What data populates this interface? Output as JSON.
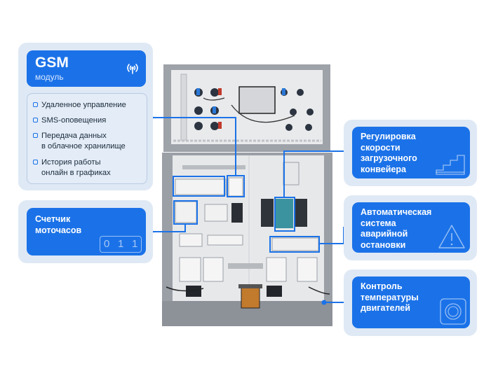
{
  "gsm": {
    "title": "GSM",
    "subtitle": "модуль",
    "items": [
      "Удаленное управление",
      "SMS-оповещения",
      "Передача данных\nв облачное хранилище",
      "История работы\nонлайн в графиках"
    ]
  },
  "counter": {
    "label": "Счетчик\nмоточасов",
    "digits": [
      "0",
      "1",
      "1"
    ]
  },
  "conveyor": {
    "label": "Регулировка\nскорости\nзагрузочного\nконвейера"
  },
  "emergency": {
    "label": "Автоматическая\nсистема\nаварийной\nостановки"
  },
  "temperature": {
    "label": "Контроль\nтемпературы\nдвигателей"
  },
  "colors": {
    "accent": "#1b72e8",
    "card_bg": "#dfe9f5",
    "cabinet": "#9b9fa6",
    "panel": "#e7e8ea"
  }
}
